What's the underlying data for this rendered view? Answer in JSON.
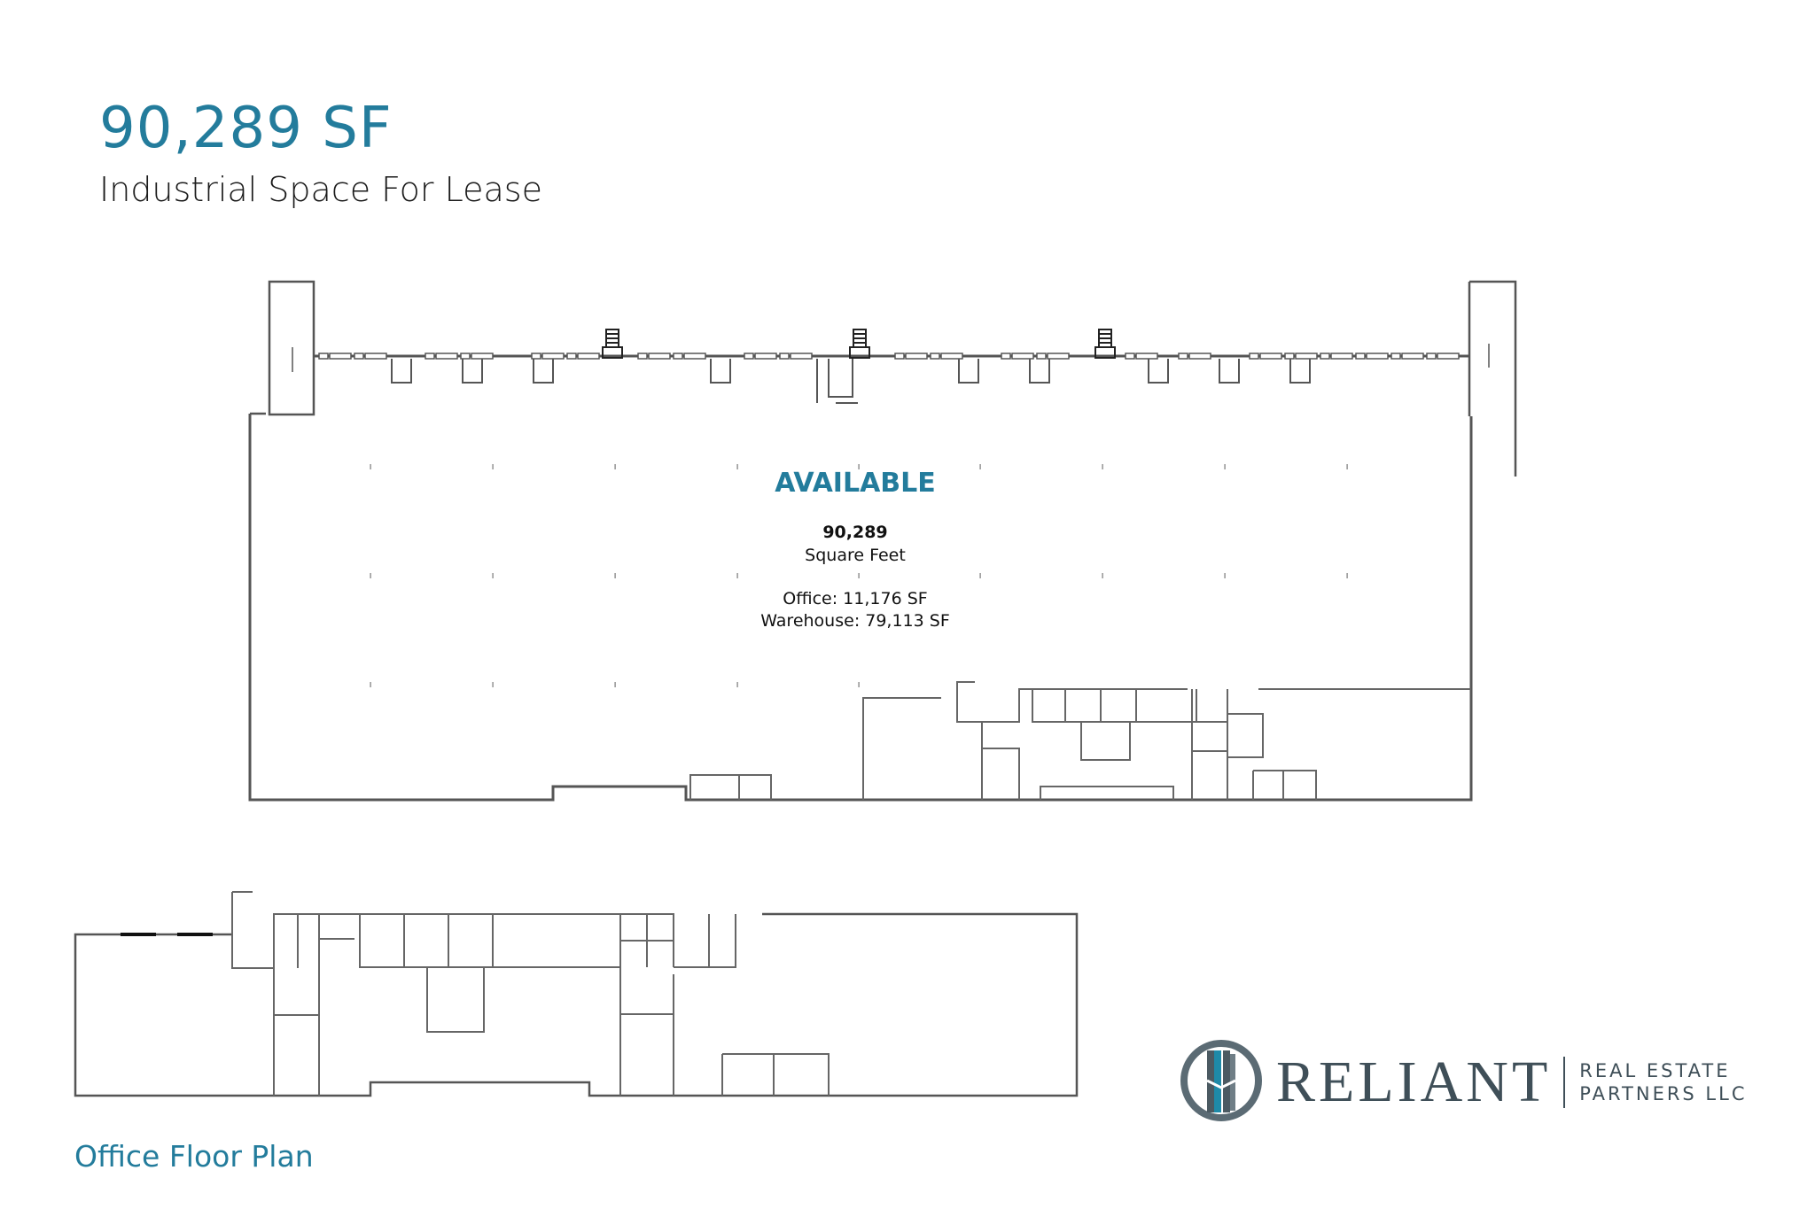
{
  "header": {
    "title": "90,289 SF",
    "subtitle": "Industrial Space For Lease"
  },
  "main_plan": {
    "status": "AVAILABLE",
    "total_sf": "90,289",
    "total_sf_label": "Square Feet",
    "office_sf": "Office: 11,176 SF",
    "warehouse_sf": "Warehouse: 79,113 SF"
  },
  "office_plan": {
    "label": "Office Floor Plan"
  },
  "logo": {
    "name": "RELIANT",
    "sub_line1": "REAL ESTATE",
    "sub_line2": "PARTNERS LLC",
    "icon": "building-circle-logo-icon"
  },
  "colors": {
    "accent": "#237c9c",
    "logo_gray": "#3f4f58",
    "logo_teal": "#1e8aa8",
    "wall": "#555555"
  }
}
